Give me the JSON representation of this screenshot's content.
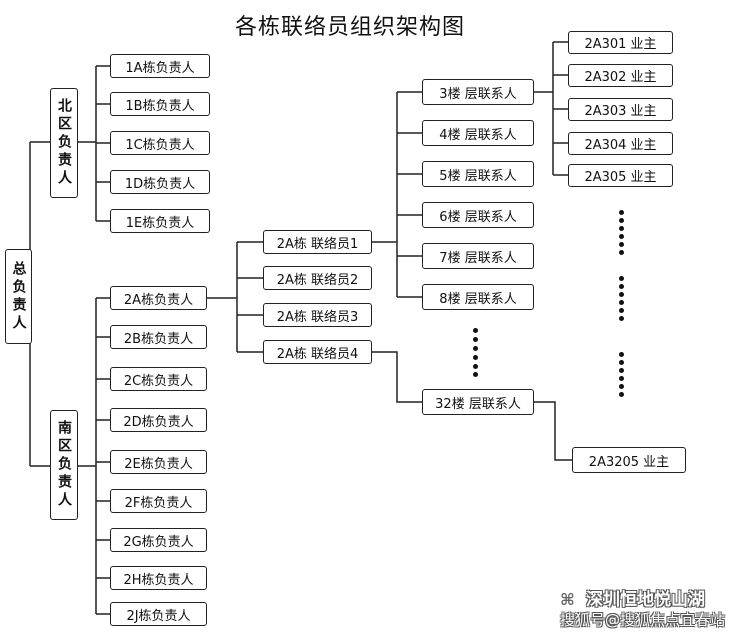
{
  "title": "各栋联络员组织架构图",
  "root": "总负责人",
  "north": {
    "label": "北区负责人",
    "buildings": [
      "1A栋负责人",
      "1B栋负责人",
      "1C栋负责人",
      "1D栋负责人",
      "1E栋负责人"
    ]
  },
  "south": {
    "label": "南区负责人",
    "buildings": [
      "2A栋负责人",
      "2B栋负责人",
      "2C栋负责人",
      "2D栋负责人",
      "2E栋负责人",
      "2F栋负责人",
      "2G栋负责人",
      "2H栋负责人",
      "2J栋负责人"
    ]
  },
  "liaisons": [
    "2A栋 联络员1",
    "2A栋 联络员2",
    "2A栋 联络员3",
    "2A栋 联络员4"
  ],
  "floors": [
    "3楼 层联系人",
    "4楼 层联系人",
    "5楼 层联系人",
    "6楼 层联系人",
    "7楼 层联系人",
    "8楼 层联系人"
  ],
  "floor_last": "32楼 层联系人",
  "owners": [
    "2A301 业主",
    "2A302 业主",
    "2A303 业主",
    "2A304 业主",
    "2A305 业主"
  ],
  "owner_last": "2A3205 业主",
  "watermark": {
    "line1": "深圳恒地悦山湖",
    "line2": "搜狐号@搜狐焦点宜春站"
  }
}
